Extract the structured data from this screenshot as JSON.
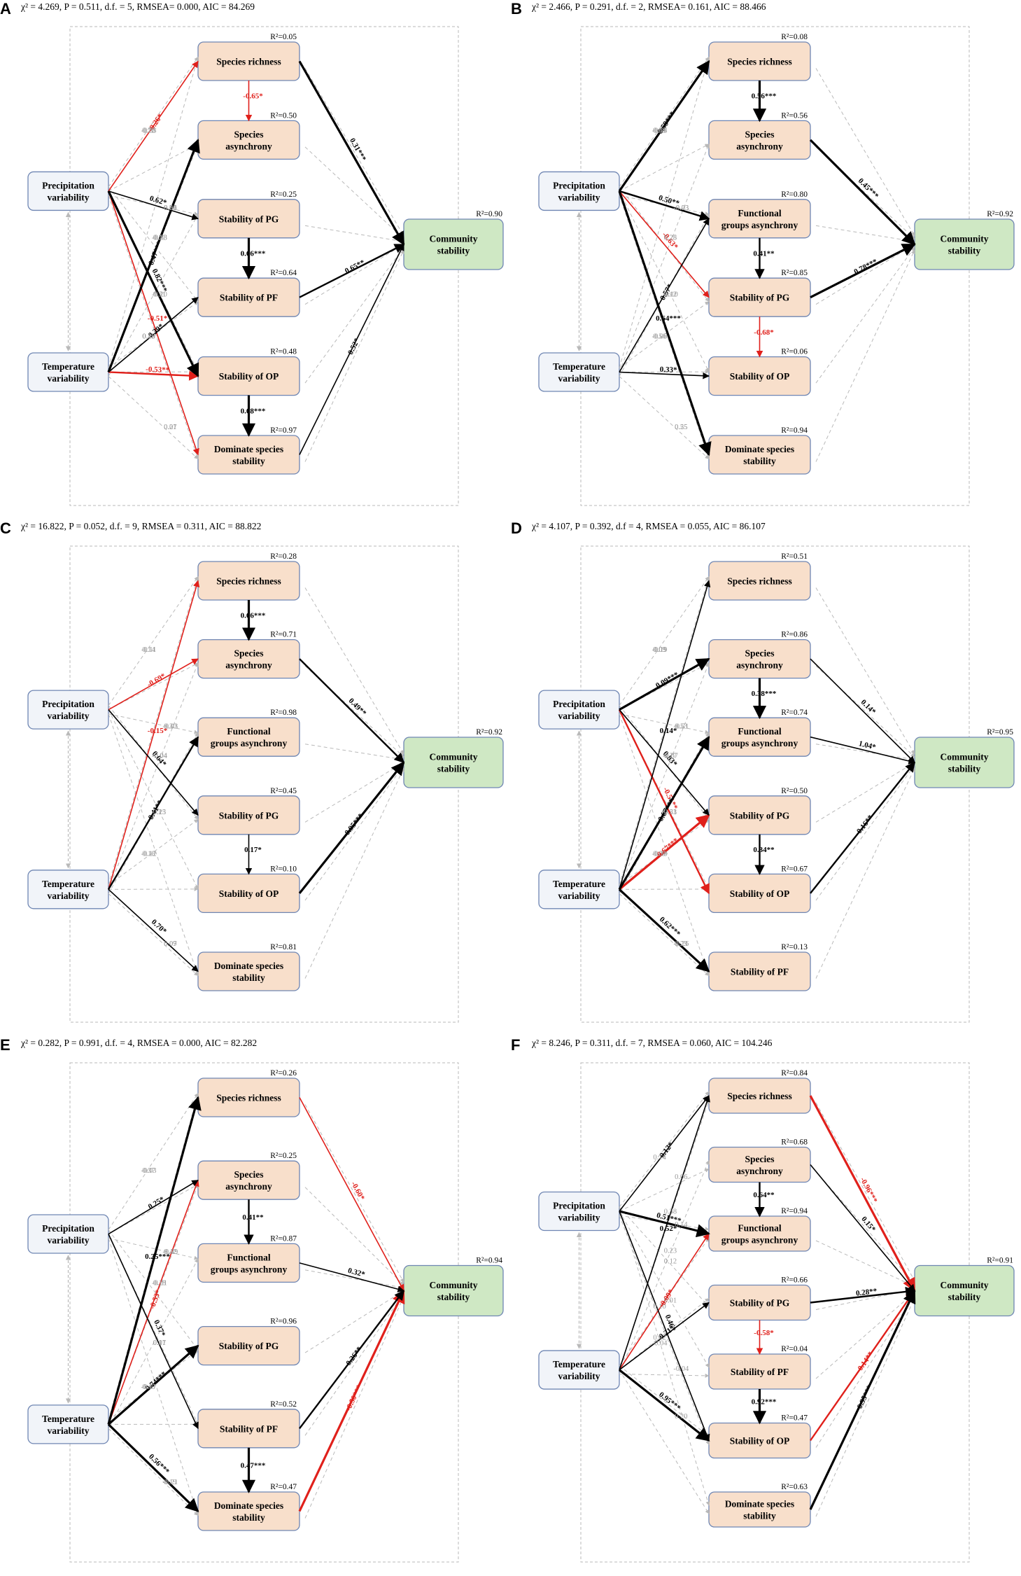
{
  "colors": {
    "driver_fill": "#f1f4f9",
    "driver_border": "#6f86b3",
    "mid_fill": "#f8dfcb",
    "mid_border": "#6f86b3",
    "out_fill": "#cfe8c4",
    "out_border": "#6f86b3",
    "sig_pos": "#000000",
    "sig_neg": "#e0201b",
    "nonsig": "#b9b9b9"
  },
  "panels": [
    {
      "letter": "A",
      "stats": "χ² = 4.269, P = 0.511, d.f. = 5, RMSEA= 0.000, AIC = 84.269",
      "drivers": [
        "Precipitation variability",
        "Temperature variability"
      ],
      "mediators": [
        {
          "label": "Species richness",
          "r2": "R²=0.05"
        },
        {
          "label": "Species asynchrony",
          "r2": "R²=0.50"
        },
        {
          "label": "Stability of PG",
          "r2": "R²=0.25"
        },
        {
          "label": "Stability of PF",
          "r2": "R²=0.64"
        },
        {
          "label": "Stability of OP",
          "r2": "R²=0.48"
        },
        {
          "label": "Dominate species stability",
          "r2": "R²=0.97"
        }
      ],
      "outcome": {
        "label": "Community stability",
        "r2": "R²=0.90"
      },
      "sig_paths": [
        {
          "label": "-0.65*",
          "neg": true
        },
        {
          "label": "-0.26*",
          "neg": true
        },
        {
          "label": "-0.51*",
          "neg": true
        },
        {
          "label": "-0.53**",
          "neg": true
        },
        {
          "label": "0.65**",
          "neg": false
        },
        {
          "label": "0.66***",
          "neg": false
        },
        {
          "label": "0.62*",
          "neg": false
        },
        {
          "label": "0.47***",
          "neg": false
        },
        {
          "label": "0.31***",
          "neg": false
        },
        {
          "label": "0.52*",
          "neg": false
        },
        {
          "label": "0.68***",
          "neg": false
        },
        {
          "label": "0.82***",
          "neg": false
        },
        {
          "label": "0.39*",
          "neg": false
        }
      ],
      "nonsig_paths": [
        "-0.33",
        "-0.33",
        "0.26",
        "0.17",
        "-0.20",
        "0.07",
        "0.12",
        "0.21",
        "0.01",
        "0.49",
        "0.31",
        "0.21",
        "0.26",
        "-0.83",
        "0.50",
        "0.18"
      ]
    },
    {
      "letter": "B",
      "stats": "χ² = 2.466, P = 0.291, d.f. = 2, RMSEA= 0.161, AIC = 88.466",
      "drivers": [
        "Precipitation variability",
        "Temperature variability"
      ],
      "mediators": [
        {
          "label": "Species richness",
          "r2": "R²=0.08"
        },
        {
          "label": "Species asynchrony",
          "r2": "R²=0.56"
        },
        {
          "label": "Functional groups asynchrony",
          "r2": "R²=0.80"
        },
        {
          "label": "Stability of PG",
          "r2": "R²=0.85"
        },
        {
          "label": "Stability of OP",
          "r2": "R²=0.06"
        },
        {
          "label": "Dominate species stability",
          "r2": "R²=0.94"
        }
      ],
      "outcome": {
        "label": "Community stability",
        "r2": "R²=0.92"
      },
      "sig_paths": [
        {
          "label": "-0.68*",
          "neg": true
        },
        {
          "label": "-0.63*",
          "neg": true
        },
        {
          "label": "0.57*",
          "neg": false
        },
        {
          "label": "0.45***",
          "neg": false
        },
        {
          "label": "0.56***",
          "neg": false
        },
        {
          "label": "0.59***",
          "neg": false
        },
        {
          "label": "0.64***",
          "neg": false
        },
        {
          "label": "0.33*",
          "neg": false
        },
        {
          "label": "0.78***",
          "neg": false
        },
        {
          "label": "0.41**",
          "neg": false
        },
        {
          "label": "0.50**",
          "neg": false
        }
      ],
      "nonsig_paths": [
        "0.13",
        "0.25",
        "-0.23",
        "0.56",
        "0.12",
        "0.55",
        "0.03",
        "0.28",
        "-0.03",
        "-0.06",
        "-0.10",
        "0.25",
        "-0.08"
      ]
    },
    {
      "letter": "C",
      "stats": "χ² = 16.822, P = 0.052, d.f. = 9, RMSEA = 0.311, AIC = 88.822",
      "drivers": [
        "Precipitation variability",
        "Temperature variability"
      ],
      "mediators": [
        {
          "label": "Species richness",
          "r2": "R²=0.28"
        },
        {
          "label": "Species asynchrony",
          "r2": "R²=0.71"
        },
        {
          "label": "Functional groups asynchrony",
          "r2": "R²=0.98"
        },
        {
          "label": "Stability of PG",
          "r2": "R²=0.45"
        },
        {
          "label": "Stability of OP",
          "r2": "R²=0.10"
        },
        {
          "label": "Dominate species stability",
          "r2": "R²=0.81"
        }
      ],
      "outcome": {
        "label": "Community stability",
        "r2": "R²=0.92"
      },
      "sig_paths": [
        {
          "label": "-0.69*",
          "neg": true
        },
        {
          "label": "-0.15*",
          "neg": true
        },
        {
          "label": "0.70*",
          "neg": false
        },
        {
          "label": "0.95***",
          "neg": false
        },
        {
          "label": "0.17*",
          "neg": false
        },
        {
          "label": "0.64*",
          "neg": false
        },
        {
          "label": "0.41**",
          "neg": false
        },
        {
          "label": "0.49**",
          "neg": false
        },
        {
          "label": "0.66***",
          "neg": false
        }
      ],
      "nonsig_paths": [
        "-0.11",
        "-0.04",
        "-0.03",
        "-0.12",
        "0.13",
        "0.09",
        "0.14",
        "-0.04",
        "0.30",
        "0.18",
        "0.25",
        "0.07"
      ]
    },
    {
      "letter": "D",
      "stats": "χ² = 4.107, P = 0.392, d.f = 4, RMSEA = 0.055, AIC = 86.107",
      "drivers": [
        "Precipitation variability",
        "Temperature variability"
      ],
      "mediators": [
        {
          "label": "Species richness",
          "r2": "R²=0.51"
        },
        {
          "label": "Species asynchrony",
          "r2": "R²=0.86"
        },
        {
          "label": "Functional groups asynchrony",
          "r2": "R²=0.74"
        },
        {
          "label": "Stability of PG",
          "r2": "R²=0.50"
        },
        {
          "label": "Stability of OP",
          "r2": "R²=0.67"
        },
        {
          "label": "Stability of PF",
          "r2": "R²=0.13"
        }
      ],
      "outcome": {
        "label": "Community stability",
        "r2": "R²=0.95"
      },
      "sig_paths": [
        {
          "label": "-0.51**",
          "neg": true
        },
        {
          "label": "-0.67***",
          "neg": true
        },
        {
          "label": "1.04*",
          "neg": false
        },
        {
          "label": "0.38***",
          "neg": false
        },
        {
          "label": "0.09***",
          "neg": false
        },
        {
          "label": "0.14*",
          "neg": false
        },
        {
          "label": "0.62***",
          "neg": false
        },
        {
          "label": "0.16**",
          "neg": false
        },
        {
          "label": "0.34**",
          "neg": false
        },
        {
          "label": "0.83*",
          "neg": false
        },
        {
          "label": "0.67***",
          "neg": false
        },
        {
          "label": "0.14*",
          "neg": false
        }
      ],
      "nonsig_paths": [
        "0.03",
        "0.27",
        "0.53",
        "0.09",
        "0.31",
        "0.23",
        "-0.19",
        "-0.07",
        "-0.51",
        "-0.38",
        "0.53",
        "-0.26",
        "0.09"
      ]
    },
    {
      "letter": "E",
      "stats": "χ² = 0.282, P = 0.991, d.f. = 4, RMSEA = 0.000, AIC = 82.282",
      "drivers": [
        "Precipitation variability",
        "Temperature variability"
      ],
      "mediators": [
        {
          "label": "Species richness",
          "r2": "R²=0.26"
        },
        {
          "label": "Species asynchrony",
          "r2": "R²=0.25"
        },
        {
          "label": "Functional groups asynchrony",
          "r2": "R²=0.87"
        },
        {
          "label": "Stability of PG",
          "r2": "R²=0.96"
        },
        {
          "label": "Stability of PF",
          "r2": "R²=0.52"
        },
        {
          "label": "Dominate species stability",
          "r2": "R²=0.47"
        }
      ],
      "outcome": {
        "label": "Community stability",
        "r2": "R²=0.94"
      },
      "sig_paths": [
        {
          "label": "-0.53*",
          "neg": true
        },
        {
          "label": "-0.60*",
          "neg": true
        },
        {
          "label": "-0.50***",
          "neg": true
        },
        {
          "label": "0.47***",
          "neg": false
        },
        {
          "label": "0.37*",
          "neg": false
        },
        {
          "label": "0.74***",
          "neg": false
        },
        {
          "label": "0.32*",
          "neg": false
        },
        {
          "label": "0.41**",
          "neg": false
        },
        {
          "label": "0.25*",
          "neg": false
        },
        {
          "label": "0.25***",
          "neg": false
        },
        {
          "label": "0.56***",
          "neg": false
        },
        {
          "label": "0.26**",
          "neg": false
        }
      ],
      "nonsig_paths": [
        "0.37",
        "-0.21",
        "0.42",
        "-0.17",
        "0.17",
        "0.19",
        "-0.03",
        "0.18",
        "-0.39",
        "0.40",
        "0.01",
        "-0.21"
      ]
    },
    {
      "letter": "F",
      "stats": "χ² = 8.246, P = 0.311, d.f. = 7, RMSEA = 0.060, AIC = 104.246",
      "drivers": [
        "Precipitation variability",
        "Temperature variability"
      ],
      "mediators": [
        {
          "label": "Species richness",
          "r2": "R²=0.84"
        },
        {
          "label": "Species asynchrony",
          "r2": "R²=0.68"
        },
        {
          "label": "Functional groups asynchrony",
          "r2": "R²=0.94"
        },
        {
          "label": "Stability of PG",
          "r2": "R²=0.66"
        },
        {
          "label": "Stability of PF",
          "r2": "R²=0.04"
        },
        {
          "label": "Stability of OP",
          "r2": "R²=0.47"
        },
        {
          "label": "Dominate species stability",
          "r2": "R²=0.63"
        }
      ],
      "outcome": {
        "label": "Community stability",
        "r2": "R²=0.91"
      },
      "sig_paths": [
        {
          "label": "-0.09*",
          "neg": true
        },
        {
          "label": "-0.96***",
          "neg": true
        },
        {
          "label": "-0.14**",
          "neg": true
        },
        {
          "label": "-0.58*",
          "neg": true
        },
        {
          "label": "0.51***",
          "neg": false
        },
        {
          "label": "0.52*",
          "neg": false
        },
        {
          "label": "0.95***",
          "neg": false
        },
        {
          "label": "0.28**",
          "neg": false
        },
        {
          "label": "0.64**",
          "neg": false
        },
        {
          "label": "0.12*",
          "neg": false
        },
        {
          "label": "0.46*",
          "neg": false
        },
        {
          "label": "0.21*",
          "neg": false
        },
        {
          "label": "0.15*",
          "neg": false
        },
        {
          "label": "0.95***",
          "neg": false
        },
        {
          "label": "0.92***",
          "neg": false
        }
      ],
      "nonsig_paths": [
        "0.14",
        "0.23",
        "0.14",
        "0.02",
        "0.01",
        "0.20",
        "-0.04",
        "0.38",
        "0.06",
        "0.10",
        "0.12",
        "-0.04"
      ]
    }
  ]
}
